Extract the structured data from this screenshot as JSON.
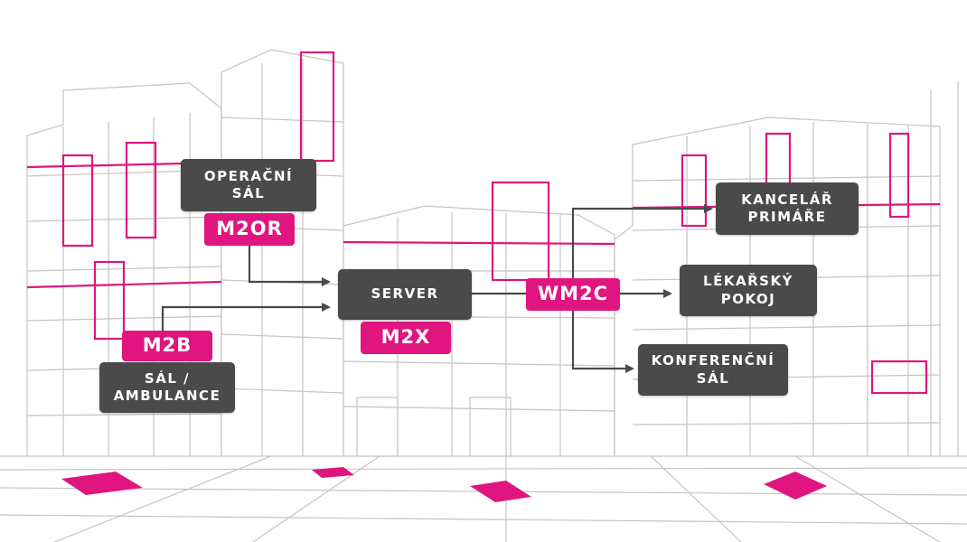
{
  "colors": {
    "accent": "#e0157f",
    "box": "#4a4a4a",
    "line": "#c9c2c6",
    "arrow": "#4a4a4a"
  },
  "nodes": {
    "operating_room": "OPERAČNÍ\nSÁL",
    "m2or": "M2OR",
    "m2b": "M2B",
    "ward_ambulance": "SÁL /\nAMBULANCE",
    "server": "SERVER",
    "m2x": "M2X",
    "wm2c": "WM2C",
    "head_office": "KANCELÁŘ\nPRIMÁŘE",
    "doctor_room": "LÉKAŘSKÝ\nPOKOJ",
    "conference_room": "KONFERENČNÍ\nSÁL"
  }
}
